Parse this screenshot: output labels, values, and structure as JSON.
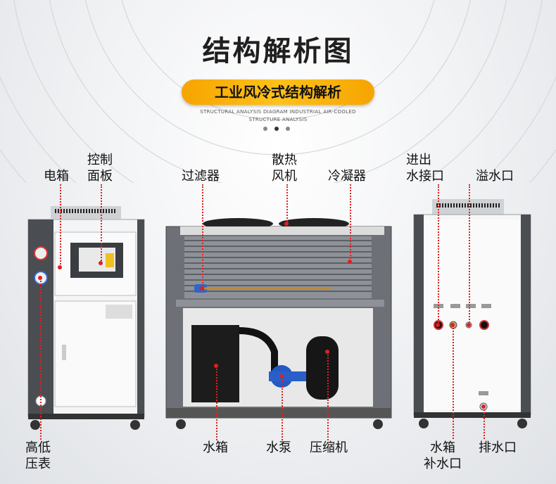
{
  "title": "结构解析图",
  "badge": "工业风冷式结构解析",
  "subtitle_lines": [
    "STRUCTURAL ANALYSIS DIAGRAM INDUSTRIAL AIR-COOLED",
    "STRUCTURE ANALYSIS"
  ],
  "labels": {
    "electric_box": "电箱",
    "control_panel_1": "控制",
    "control_panel_2": "面板",
    "filter": "过滤器",
    "fan_1": "散热",
    "fan_2": "风机",
    "condenser": "冷凝器",
    "in_out_1": "进出",
    "in_out_2": "水接口",
    "overflow": "溢水口",
    "pressure_gauge_1": "高低",
    "pressure_gauge_2": "压表",
    "water_tank": "水箱",
    "water_pump": "水泵",
    "compressor": "压缩机",
    "refill_1": "水箱",
    "refill_2": "补水口",
    "drain": "排水口"
  },
  "colors": {
    "accent": "#f6a400",
    "leader": "#e02020",
    "frame": "#4a4d52",
    "panel": "#f5f6f7"
  }
}
